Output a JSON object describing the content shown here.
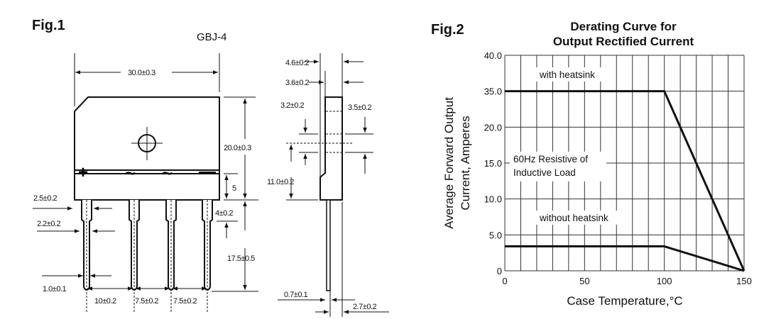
{
  "fig1": {
    "label": "Fig.1",
    "package": "GBJ-4",
    "pins": [
      "+",
      "~",
      "~",
      "—"
    ],
    "dims": {
      "width": "30.0±0.3",
      "height": "20.0±0.3",
      "band": "5",
      "lead_shoulder": "4±0.2",
      "lead_length": "17.5±0.5",
      "lead_wide": "2.5±0.2",
      "lead_narrow": "2.2±0.2",
      "lead_tip": "1.0±0.1",
      "pitch1": "10±0.2",
      "pitch2": "7.5±0.2",
      "pitch3": "7.5±0.2",
      "side_thick": "4.6±0.2",
      "side_thin": "3.6±0.2",
      "hole_a": "3.2±0.2",
      "hole_b": "3.5±0.2",
      "hole_height": "11.0±0.2",
      "side_lead": "0.7±0.1",
      "side_offset": "2.7±0.2"
    }
  },
  "chart_data": {
    "type": "line",
    "figure_label": "Fig.2",
    "title": "Derating Curve for",
    "subtitle": "Output Rectified Current",
    "xlabel": "Case Temperature,°C",
    "ylabel_line1": "Average Forward Output",
    "ylabel_line2": "Current, Amperes",
    "xlim": [
      0,
      150
    ],
    "x_ticks": [
      0,
      50,
      100,
      150
    ],
    "x_tick_labels": [
      "0",
      "50",
      "100",
      "150"
    ],
    "x_minor_step": 10,
    "y_ticks": [
      0,
      5,
      10,
      15,
      20,
      35,
      40
    ],
    "y_tick_labels": [
      "0",
      "5.0",
      "10.0",
      "15.0",
      "20.0",
      "35.0",
      "40.0"
    ],
    "grid": true,
    "annotation_line1": "60Hz Resistive of",
    "annotation_line2": "Inductive Load",
    "series": [
      {
        "name": "with heatsink",
        "x": [
          0,
          100,
          150
        ],
        "y": [
          35,
          35,
          0
        ]
      },
      {
        "name": "without heatsink",
        "x": [
          0,
          100,
          150
        ],
        "y": [
          3.4,
          3.4,
          0
        ]
      }
    ],
    "line_color": "#111111"
  }
}
